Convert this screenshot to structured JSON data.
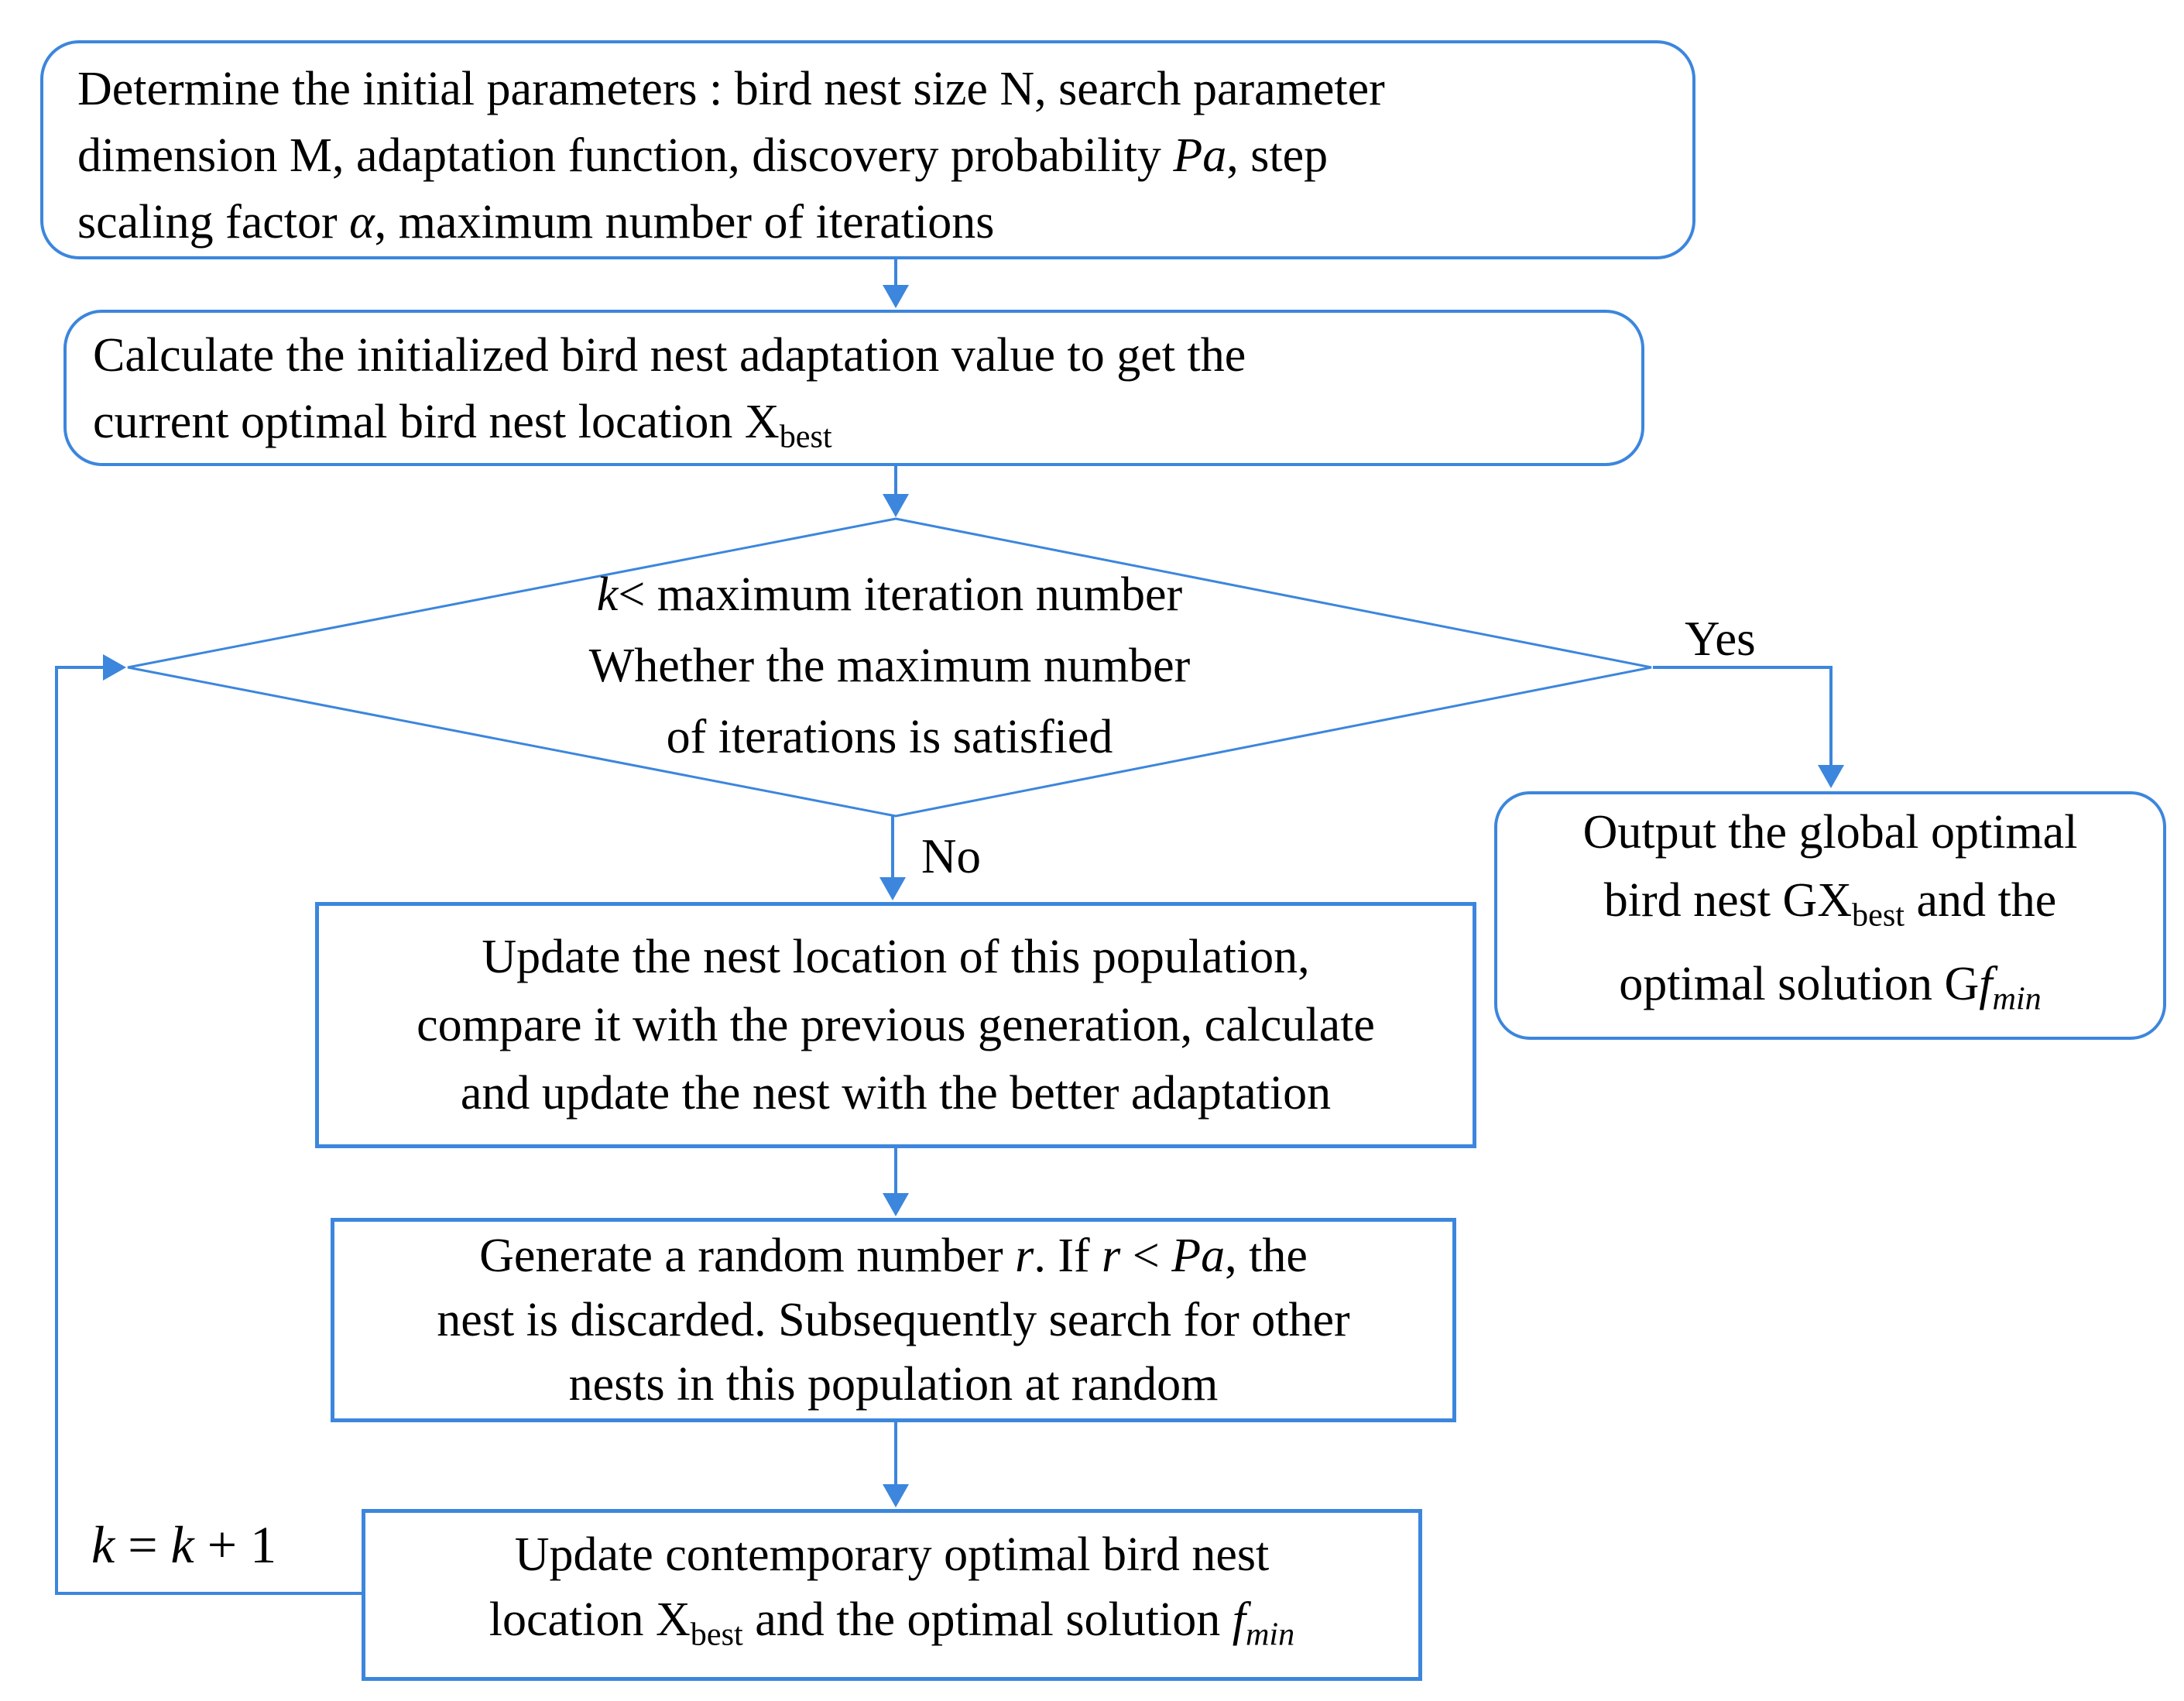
{
  "colors": {
    "accent": "#3c86dd",
    "text": "#000000",
    "background": "#ffffff"
  },
  "diagram": {
    "type": "flowchart",
    "labels": {
      "yes": "Yes",
      "no": "No",
      "counter": [
        [
          {
            "t": "k",
            "i": true
          },
          {
            "t": " = "
          },
          {
            "t": "k",
            "i": true
          },
          {
            "t": " + 1"
          }
        ]
      ]
    },
    "nodes": {
      "init": {
        "shape": "rounded-rectangle",
        "lines": [
          [
            {
              "t": "Determine the initial parameters : bird nest size N, search parameter"
            }
          ],
          [
            {
              "t": "dimension M, adaptation  function, discovery probability  "
            },
            {
              "t": "Pa",
              "i": true
            },
            {
              "t": ", step"
            }
          ],
          [
            {
              "t": "scaling factor "
            },
            {
              "t": "α",
              "i": true
            },
            {
              "t": ", maximum number of iterations"
            }
          ]
        ]
      },
      "calc_init": {
        "shape": "rounded-rectangle",
        "lines": [
          [
            {
              "t": "Calculate the initialized bird nest adaptation value to get the"
            }
          ],
          [
            {
              "t": "current optimal bird nest location X"
            },
            {
              "t": "best",
              "sub": true
            }
          ]
        ]
      },
      "decision": {
        "shape": "diamond",
        "lines": [
          [
            {
              "t": "k",
              "i": true
            },
            {
              "t": "< maximum iteration number"
            }
          ],
          [
            {
              "t": "Whether the maximum number"
            }
          ],
          [
            {
              "t": "of iterations is satisfied"
            }
          ]
        ]
      },
      "output": {
        "shape": "rounded-rectangle",
        "lines": [
          [
            {
              "t": "Output the global optimal"
            }
          ],
          [
            {
              "t": "bird nest GX"
            },
            {
              "t": "best",
              "sub": true
            },
            {
              "t": " and the"
            }
          ],
          [
            {
              "t": "optimal solution G"
            },
            {
              "t": "f",
              "i": true
            },
            {
              "t": "min",
              "sub": true,
              "i": true
            }
          ]
        ]
      },
      "update_nest": {
        "shape": "rectangle",
        "lines": [
          [
            {
              "t": "Update the nest location of this population,"
            }
          ],
          [
            {
              "t": "compare it with the previous generation, calculate"
            }
          ],
          [
            {
              "t": "and update the nest with the better adaptation"
            }
          ]
        ]
      },
      "random_search": {
        "shape": "rectangle",
        "lines": [
          [
            {
              "t": "Generate a random number "
            },
            {
              "t": "r",
              "i": true
            },
            {
              "t": ". If "
            },
            {
              "t": "r",
              "i": true
            },
            {
              "t": " < "
            },
            {
              "t": "Pa",
              "i": true
            },
            {
              "t": ", the"
            }
          ],
          [
            {
              "t": "nest is discarded. Subsequently search for other"
            }
          ],
          [
            {
              "t": "nests in this population at random"
            }
          ]
        ]
      },
      "update_best": {
        "shape": "rectangle",
        "lines": [
          [
            {
              "t": "Update contemporary optimal bird nest"
            }
          ],
          [
            {
              "t": "location X"
            },
            {
              "t": "best",
              "sub": true
            },
            {
              "t": " and the optimal solution "
            },
            {
              "t": "f",
              "i": true
            },
            {
              "t": "min",
              "sub": true,
              "i": true
            }
          ]
        ]
      }
    }
  }
}
